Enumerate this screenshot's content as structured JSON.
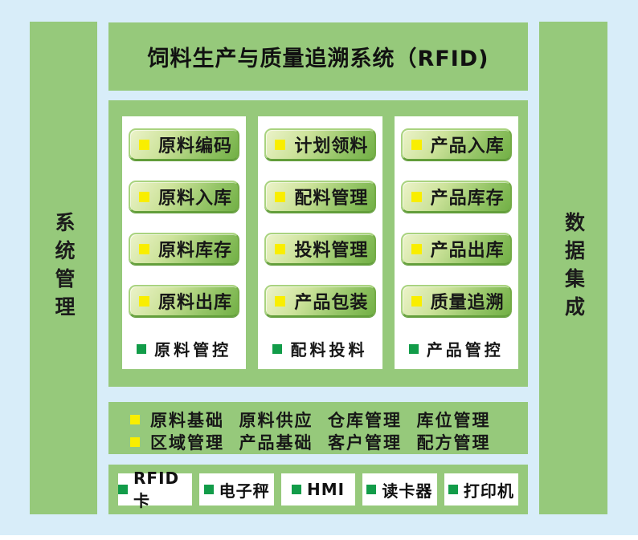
{
  "title": "饲料生产与质量追溯系统（RFID)",
  "left_bar": {
    "label": "系统管理"
  },
  "right_bar": {
    "label": "数据集成"
  },
  "columns": [
    {
      "buttons": [
        "原料编码",
        "原料入库",
        "原料库存",
        "原料出库"
      ],
      "footer": "原料管控"
    },
    {
      "buttons": [
        "计划领料",
        "配料管理",
        "投料管理",
        "产品包装"
      ],
      "footer": "配料投料"
    },
    {
      "buttons": [
        "产品入库",
        "产品库存",
        "产品出库",
        "质量追溯"
      ],
      "footer": "产品管控"
    }
  ],
  "base_modules": {
    "rows": [
      [
        "原料基础",
        "原料供应",
        "仓库管理",
        "库位管理"
      ],
      [
        "区域管理",
        "产品基础",
        "客户管理",
        "配方管理"
      ]
    ]
  },
  "devices": [
    "RFID卡",
    "电子秤",
    "HMI",
    "读卡器",
    "打印机"
  ],
  "colors": {
    "background": "#d8edf9",
    "panel_green": "#96c97b",
    "button_gradient_start": "#ecf3c9",
    "button_gradient_end": "#72b046",
    "button_border_dark": "#649f3c",
    "bullet_yellow": "#f9ee00",
    "bullet_dark_green": "#129c49",
    "text": "#1b1b1b",
    "box_white": "#ffffff"
  }
}
